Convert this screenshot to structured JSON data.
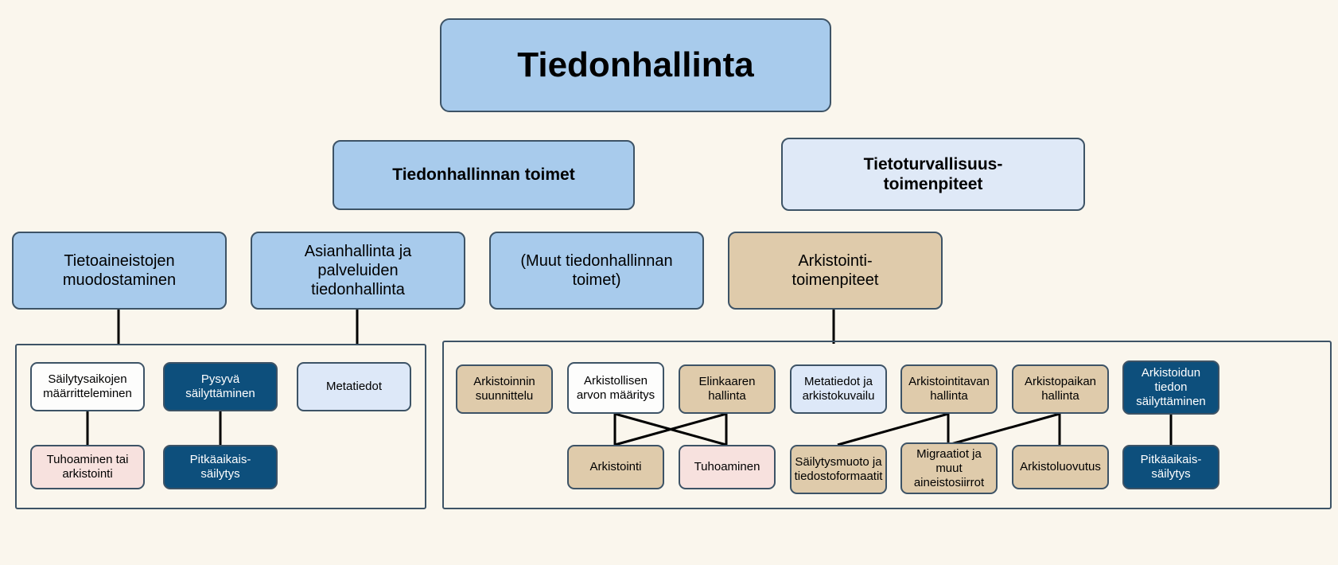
{
  "diagram": {
    "title": "Tiedonhallinta",
    "background_color": "#faf6ed",
    "border_color": "#3d5366",
    "palette": {
      "blue": "#a8cbec",
      "pale_blue": "#dde8f8",
      "tan": "#dfcbab",
      "pink": "#f7e1de",
      "navy": "#0d4f7c",
      "white": "#fdfdfc"
    }
  },
  "root": {
    "label": "Tiedonhallinta"
  },
  "level2": [
    {
      "label": "Tiedonhallinnan toimet",
      "fill": "blue"
    },
    {
      "label": "Tietoturvallisuus-\ntoimenpiteet",
      "fill": "pale_blue"
    }
  ],
  "level3": [
    {
      "label": "Tietoaineistojen\nmuodostaminen",
      "fill": "blue"
    },
    {
      "label": "Asianhallinta ja\npalveluiden\ntiedonhallinta",
      "fill": "blue"
    },
    {
      "label": "(Muut tiedonhallinnan\ntoimet)",
      "fill": "blue"
    },
    {
      "label": "Arkistointi-\ntoimenpiteet",
      "fill": "tan"
    }
  ],
  "left_group": {
    "top_row": [
      {
        "label": "Säilytysaikojen\nmäärritteleminen",
        "fill": "white"
      },
      {
        "label": "Pysyvä\nsäilyttäminen",
        "fill": "navy"
      },
      {
        "label": "Metatiedot",
        "fill": "pale_blue"
      }
    ],
    "bottom_row": [
      {
        "label": "Tuhoaminen tai\narkistointi",
        "fill": "pink"
      },
      {
        "label": "Pitkäaikais-\nsäilytys",
        "fill": "navy"
      }
    ]
  },
  "right_group": {
    "top_row": [
      {
        "label": "Arkistoinnin\nsuunnittelu",
        "fill": "tan"
      },
      {
        "label": "Arkistollisen\narvon määritys",
        "fill": "white"
      },
      {
        "label": "Elinkaaren\nhallinta",
        "fill": "tan"
      },
      {
        "label": "Metatiedot ja\narkistokuvailu",
        "fill": "pale_blue"
      },
      {
        "label": "Arkistointitavan\nhallinta",
        "fill": "tan"
      },
      {
        "label": "Arkistopaikan\nhallinta",
        "fill": "tan"
      },
      {
        "label": "Arkistoidun\ntiedon\nsäilyttäminen",
        "fill": "navy"
      }
    ],
    "bottom_row": [
      {
        "label": "Arkistointi",
        "fill": "tan"
      },
      {
        "label": "Tuhoaminen",
        "fill": "pink"
      },
      {
        "label": "Säilytysmuoto ja\ntiedostoformaatit",
        "fill": "tan"
      },
      {
        "label": "Migraatiot ja\nmuut\naineistosiirrot",
        "fill": "tan"
      },
      {
        "label": "Arkistoluovutus",
        "fill": "tan"
      },
      {
        "label": "Pitkäaikais-\nsäilytys",
        "fill": "navy"
      }
    ]
  }
}
